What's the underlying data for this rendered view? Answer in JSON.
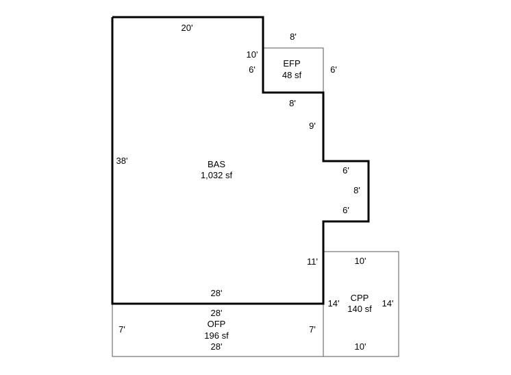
{
  "areas": {
    "bas": {
      "code": "BAS",
      "area": "1,032 sf"
    },
    "efp": {
      "code": "EFP",
      "area": "48 sf"
    },
    "cpp": {
      "code": "CPP",
      "area": "140 sf"
    },
    "ofp": {
      "code": "OFP",
      "area": "196 sf"
    }
  },
  "dimensions": {
    "bas_top": "20'",
    "bas_left": "38'",
    "bas_bottom": "28'",
    "bas_notch_upper": "10'",
    "bas_notch_lower": "6'",
    "bas_step_horizontal": "8'",
    "bas_step_vertical": "9'",
    "bas_bump_top": "6'",
    "bas_bump_right": "8'",
    "bas_bump_bottom": "6'",
    "bas_lower_right": "11'",
    "efp_top": "8'",
    "efp_right": "6'",
    "cpp_top": "10'",
    "cpp_left": "14'",
    "cpp_right": "14'",
    "cpp_bottom": "10'",
    "ofp_top": "28'",
    "ofp_left": "7'",
    "ofp_right": "7'",
    "ofp_bottom": "28'"
  }
}
